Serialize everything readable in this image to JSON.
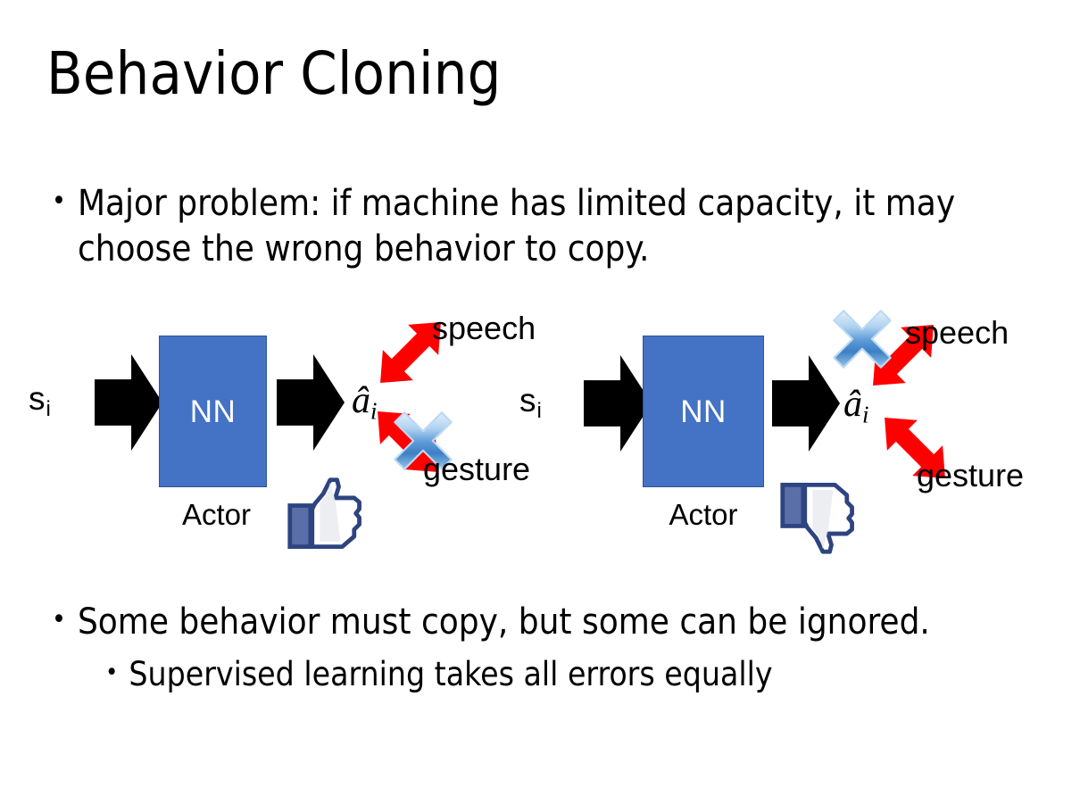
{
  "slide": {
    "title": "Behavior Cloning",
    "background_color": "#FFFFFF"
  },
  "bullets": {
    "top": [
      {
        "marker": "•",
        "text": "Major problem: if machine has limited capacity, it may choose the wrong behavior to copy."
      }
    ],
    "bottom": [
      {
        "marker": "•",
        "text": "Some behavior must copy, but some can be ignored.",
        "level": 1
      },
      {
        "marker": "•",
        "text": "Supervised learning takes all errors equally",
        "level": 2
      }
    ]
  },
  "colors": {
    "nn_box_fill": "#4472C4",
    "nn_box_border": "#2E5597",
    "arrow_black": "#000000",
    "arrow_red": "#FF0000",
    "cross_blue_light": "#CFE3F7",
    "cross_blue_mid": "#6FA8DC",
    "cross_blue_dark": "#2E6DB4",
    "thumb_outline": "#3B5998",
    "thumb_fill": "#FFFFFF",
    "thumb_cuff": "#5A6FA8",
    "text_black": "#000000",
    "nn_text": "#FFFFFF"
  },
  "diagrams": [
    {
      "id": "left",
      "state_label": "s",
      "state_subscript": "i",
      "nn_label": "NN",
      "actor_label": "Actor",
      "action_label": "â",
      "action_subscript": "i",
      "branches": [
        {
          "name": "speech",
          "label": "speech",
          "position": "upper",
          "crossed_out": false
        },
        {
          "name": "gesture",
          "label": "gesture",
          "position": "lower",
          "crossed_out": true
        }
      ],
      "feedback_icon": "thumbs-up-icon",
      "feedback_sentiment": "positive"
    },
    {
      "id": "right",
      "state_label": "s",
      "state_subscript": "i",
      "nn_label": "NN",
      "actor_label": "Actor",
      "action_label": "â",
      "action_subscript": "i",
      "branches": [
        {
          "name": "speech",
          "label": "speech",
          "position": "upper",
          "crossed_out": true
        },
        {
          "name": "gesture",
          "label": "gesture",
          "position": "lower",
          "crossed_out": false
        }
      ],
      "feedback_icon": "thumbs-down-icon",
      "feedback_sentiment": "negative"
    }
  ]
}
